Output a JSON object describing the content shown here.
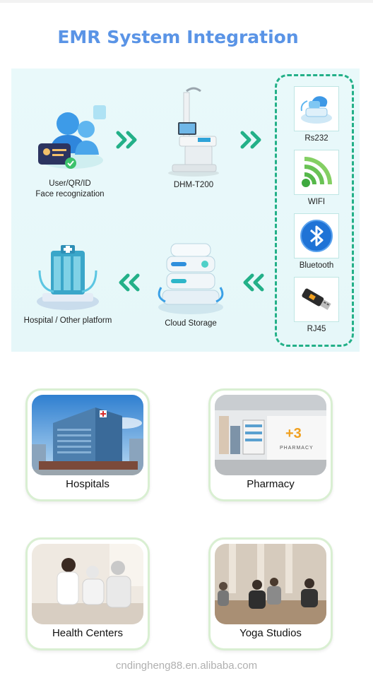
{
  "header": {
    "title": "EMR System Integration"
  },
  "flow": {
    "user_label_line1": "User/QR/ID",
    "user_label_line2": "Face recognization",
    "device_label": "DHM-T200",
    "cloud_label": "Cloud Storage",
    "hospital_label": "Hospital / Other platform"
  },
  "connections": [
    {
      "label": "Rs232",
      "icon": "rs232-icon"
    },
    {
      "label": "WIFI",
      "icon": "wifi-icon"
    },
    {
      "label": "Bluetooth",
      "icon": "bluetooth-icon"
    },
    {
      "label": "RJ45",
      "icon": "rj45-usb-icon"
    }
  ],
  "venues": [
    {
      "caption": "Hospitals"
    },
    {
      "caption": "Pharmacy",
      "sign_text": "PHARMACY",
      "sign_badge": "+3"
    },
    {
      "caption": "Health Centers"
    },
    {
      "caption": "Yoga Studios"
    }
  ],
  "footer": {
    "watermark": "cndingheng88.en.alibaba.com"
  },
  "colors": {
    "title": "#5a94e6",
    "accent_green": "#23b088",
    "panel_bg": "#e8f8fa",
    "card_border": "#d9efd2"
  }
}
